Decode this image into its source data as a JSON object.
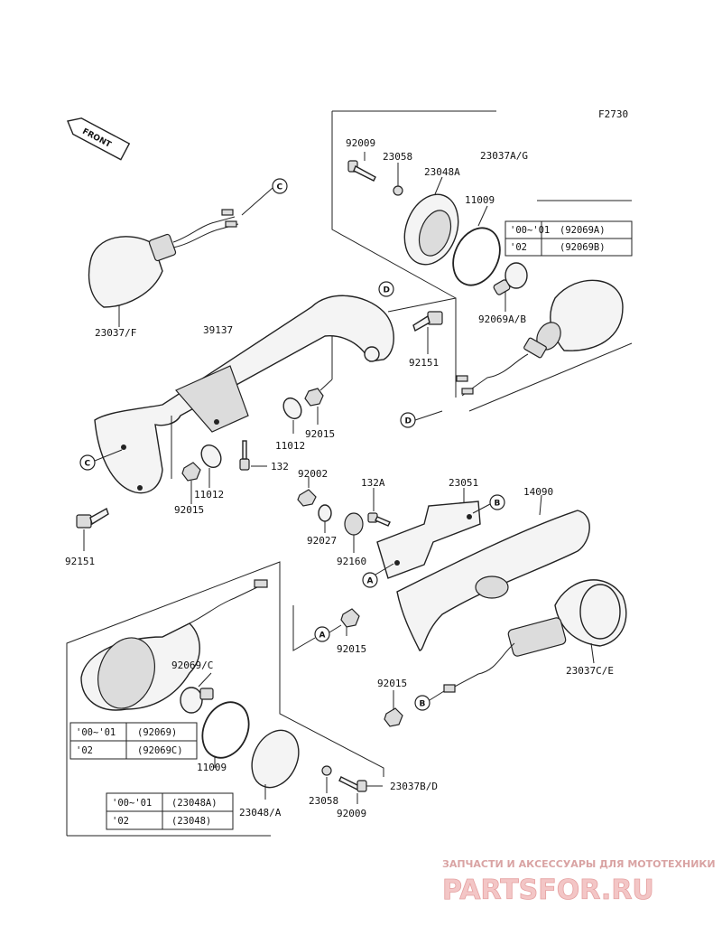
{
  "figure_code": "F2730",
  "front_arrow_label": "FRONT",
  "callouts": [
    "A",
    "B",
    "C",
    "D"
  ],
  "part_labels": {
    "p92009_top": "92009",
    "p23058_top": "23058",
    "p23037ag": "23037A/G",
    "p23048a_top": "23048A",
    "p11009_top": "11009",
    "p23037f": "23037/F",
    "p39137": "39137",
    "p92069ab": "92069A/B",
    "p92151_right": "92151",
    "p11012_mid": "11012",
    "p92015_mid": "92015",
    "p132": "132",
    "p11012_left": "11012",
    "p92015_left": "92015",
    "p92151_left": "92151",
    "p92002": "92002",
    "p132a": "132A",
    "p23051": "23051",
    "p14090": "14090",
    "p92027": "92027",
    "p92160": "92160",
    "p92015_lower": "92015",
    "p92069c": "92069/C",
    "p23037ce": "23037C/E",
    "p92015_bottom": "92015",
    "p11009_bottom": "11009",
    "p23058_bottom": "23058",
    "p23048a_bottom": "23048/A",
    "p92009_bottom": "92009",
    "p23037bd": "23037B/D"
  },
  "tables": {
    "bulb_top": [
      {
        "years": "'00~'01",
        "part": "(92069A)"
      },
      {
        "years": "'02",
        "part": "(92069B)"
      }
    ],
    "bulb_bottom": [
      {
        "years": "'00~'01",
        "part": "(92069)"
      },
      {
        "years": "'02",
        "part": "(92069C)"
      }
    ],
    "lens_bottom": [
      {
        "years": "'00~'01",
        "part": "(23048A)"
      },
      {
        "years": "'02",
        "part": "(23048)"
      }
    ]
  },
  "watermark": {
    "tagline": "ЗАПЧАСТИ И АКСЕССУАРЫ ДЛЯ МОТОТЕХНИКИ",
    "logo": "PARTSFOR.RU"
  }
}
